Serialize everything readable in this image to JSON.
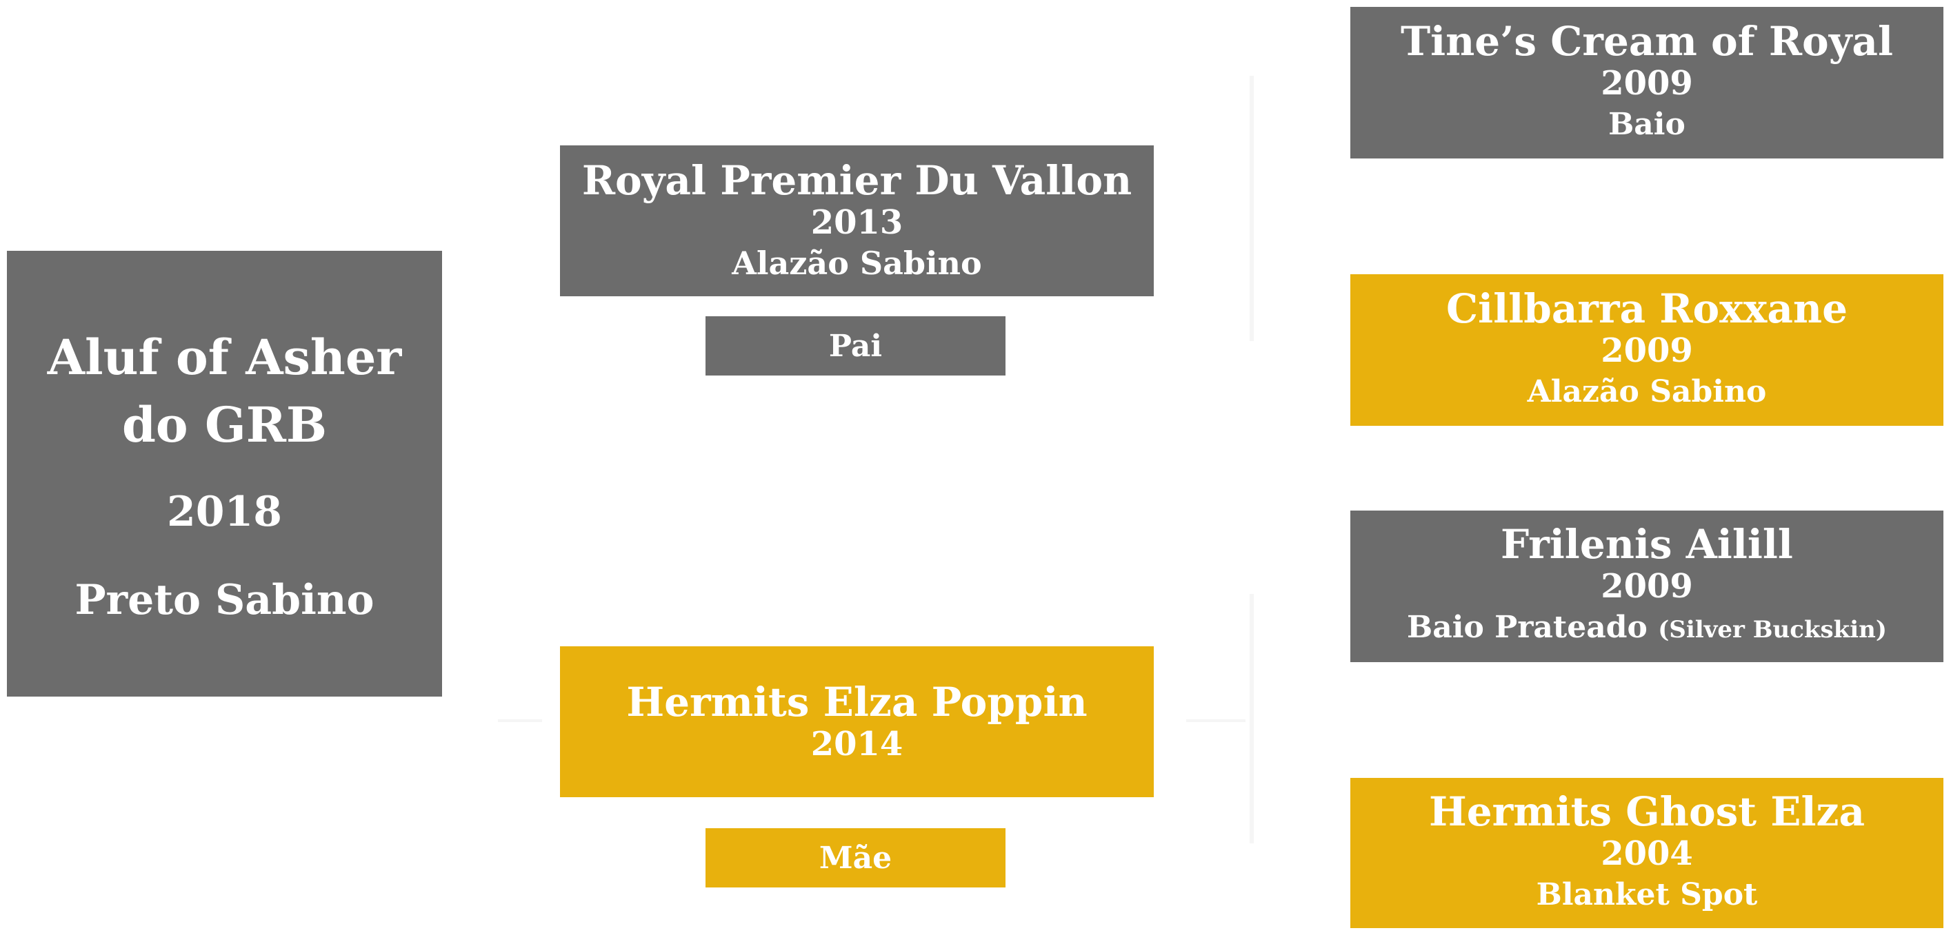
{
  "subject": {
    "name_line1": "Aluf of Asher",
    "name_line2": "do GRB",
    "year": "2018",
    "color": "Preto Sabino"
  },
  "sire": {
    "name": "Royal Premier Du Vallon",
    "year": "2013",
    "color": "Alazão Sabino",
    "label": "Pai"
  },
  "dam": {
    "name": "Hermits Elza Poppin",
    "year": "2014",
    "label": "Mãe"
  },
  "grandparents": [
    {
      "name": "Tine’s Cream of Royal",
      "year": "2009",
      "color": "Baio",
      "note": ""
    },
    {
      "name": "Cillbarra Roxxane",
      "year": "2009",
      "color": "Alazão Sabino",
      "note": ""
    },
    {
      "name": "Frilenis Ailill",
      "year": "2009",
      "color": "Baio Prateado",
      "note": "(Silver Buckskin)"
    },
    {
      "name": "Hermits Ghost Elza",
      "year": "2004",
      "color": "Blanket Spot",
      "note": ""
    }
  ],
  "colors": {
    "male": "#6c6c6c",
    "female": "#e8b10d",
    "text": "#ffffff"
  }
}
